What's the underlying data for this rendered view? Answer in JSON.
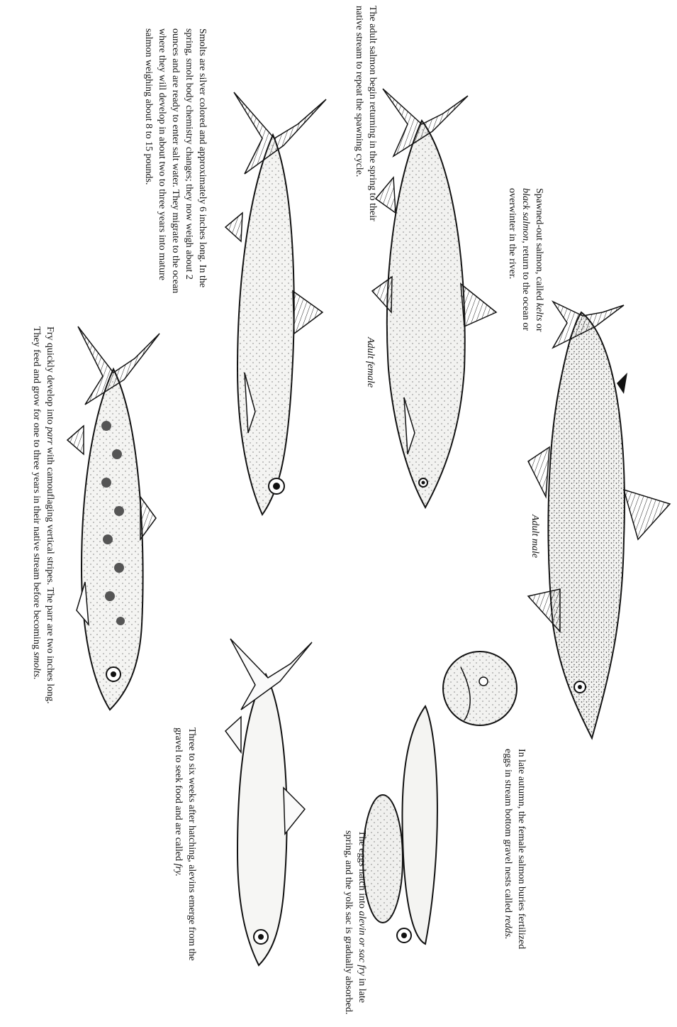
{
  "captions": {
    "adult_return": "The adult salmon begin returning in the spring to their native stream to repeat the spawning cycle.",
    "smolts": "Smolts are silver colored and approximately 6 inches long. In the spring, smolt body chemistry changes; they now weigh about 2 ounces and are ready to enter salt water. They migrate to the ocean where they will develop in about two to three years into mature salmon weighing about 8 to 15 pounds.",
    "spawned_out_pre": "Spawned-out salmon, called ",
    "spawned_out_kelts": "kelts",
    "spawned_out_or": " or ",
    "spawned_out_black": "black salmon,",
    "spawned_out_post": " return to the ocean or overwinter in the river.",
    "fry_pre": "Fry quickly develop into ",
    "fry_parr": "parr",
    "fry_mid": " with camouflaging vertical stripes. The parr are two inches long. They feed and grow for one to three years in their native stream before becoming ",
    "fry_smolts": "smolts.",
    "late_autumn_pre": "In late autumn, the female salmon buries fertilized eggs in stream bottom gravel nests called ",
    "late_autumn_redds": "redds.",
    "alevin_pre": "The eggs hatch into ",
    "alevin_term": "alevin or sac fry",
    "alevin_post": " in late spring, and the yolk sac is gradually absorbed.",
    "fry_emerge_pre": "Three to six weeks after hatching, alevins emerge from the gravel to seek food and are called ",
    "fry_emerge_term": "fry."
  },
  "labels": {
    "adult_female": "Adult female",
    "adult_male": "Adult male"
  },
  "colors": {
    "ink": "#111111",
    "body_fill": "#f4f4f2",
    "stipple": "#555555"
  }
}
